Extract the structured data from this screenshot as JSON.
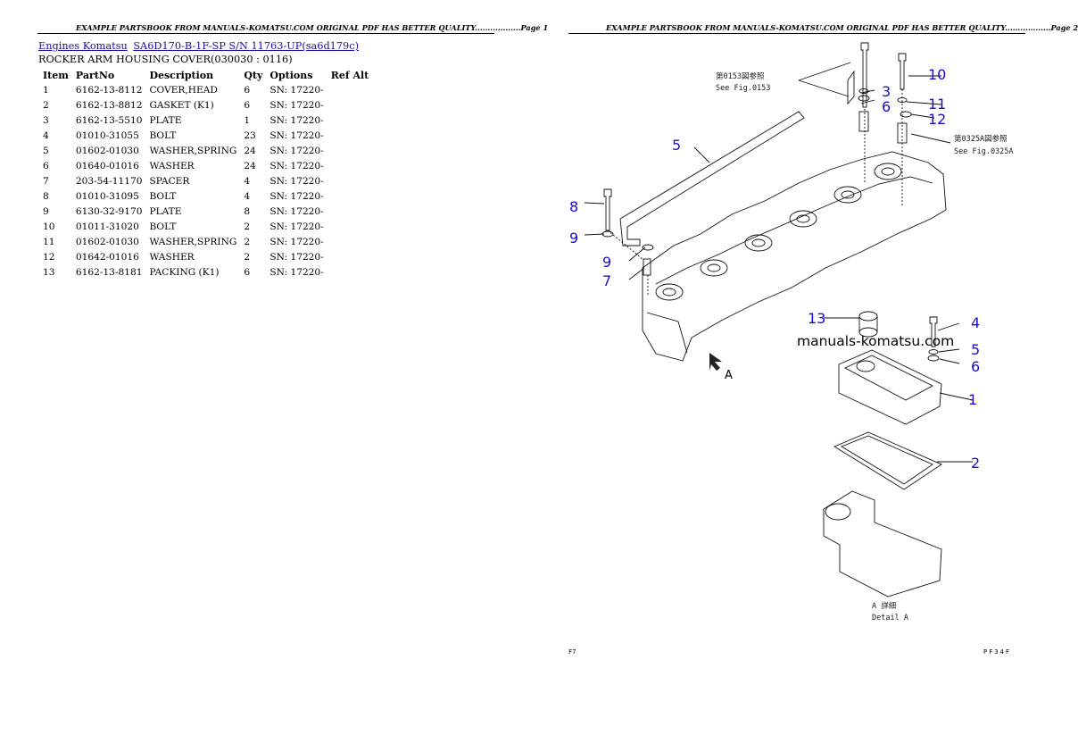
{
  "header_text": "EXAMPLE PARTSBOOK FROM MANUALS-KOMATSU.COM ORIGINAL PDF HAS BETTER QUALITY..................",
  "page1": {
    "page_label": "Page 1",
    "breadcrumbs": [
      "Engines Komatsu",
      "SA6D170-B-1F-SP S/N 11763-UP(sa6d179c)"
    ],
    "subtitle": "ROCKER ARM HOUSING COVER(030030 : 0116)",
    "columns": [
      "Item",
      "PartNo",
      "Description",
      "Qty",
      "Options",
      "Ref Alt"
    ],
    "rows": [
      [
        "1",
        "6162-13-8112",
        "COVER,HEAD",
        "6",
        "SN: 17220-",
        ""
      ],
      [
        "2",
        "6162-13-8812",
        "GASKET (K1)",
        "6",
        "SN: 17220-",
        ""
      ],
      [
        "3",
        "6162-13-5510",
        "PLATE",
        "1",
        "SN: 17220-",
        ""
      ],
      [
        "4",
        "01010-31055",
        "BOLT",
        "23",
        "SN: 17220-",
        ""
      ],
      [
        "5",
        "01602-01030",
        "WASHER,SPRING",
        "24",
        "SN: 17220-",
        ""
      ],
      [
        "6",
        "01640-01016",
        "WASHER",
        "24",
        "SN: 17220-",
        ""
      ],
      [
        "7",
        "203-54-11170",
        "SPACER",
        "4",
        "SN: 17220-",
        ""
      ],
      [
        "8",
        "01010-31095",
        "BOLT",
        "4",
        "SN: 17220-",
        ""
      ],
      [
        "9",
        "6130-32-9170",
        "PLATE",
        "8",
        "SN: 17220-",
        ""
      ],
      [
        "10",
        "01011-31020",
        "BOLT",
        "2",
        "SN: 17220-",
        ""
      ],
      [
        "11",
        "01602-01030",
        "WASHER,SPRING",
        "2",
        "SN: 17220-",
        ""
      ],
      [
        "12",
        "01642-01016",
        "WASHER",
        "2",
        "SN: 17220-",
        ""
      ],
      [
        "13",
        "6162-13-8181",
        "PACKING (K1)",
        "6",
        "SN: 17220-",
        ""
      ]
    ]
  },
  "page2": {
    "page_label": "Page 2",
    "watermark": "manuals-komatsu.com",
    "ref_0153_jp": "第0153図参照",
    "ref_0153_en": "See Fig.0153",
    "ref_0325_jp": "第0325A図参照",
    "ref_0325_en": "See Fig.0325A",
    "view_label": "A",
    "detail_jp": "A 詳細",
    "detail_en": "Detail A",
    "footer_left": "F7",
    "footer_right": "PF34F",
    "callouts": [
      "1",
      "2",
      "3",
      "4",
      "5",
      "6",
      "7",
      "8",
      "9",
      "9",
      "10",
      "11",
      "12",
      "13",
      "4",
      "5",
      "6"
    ]
  }
}
